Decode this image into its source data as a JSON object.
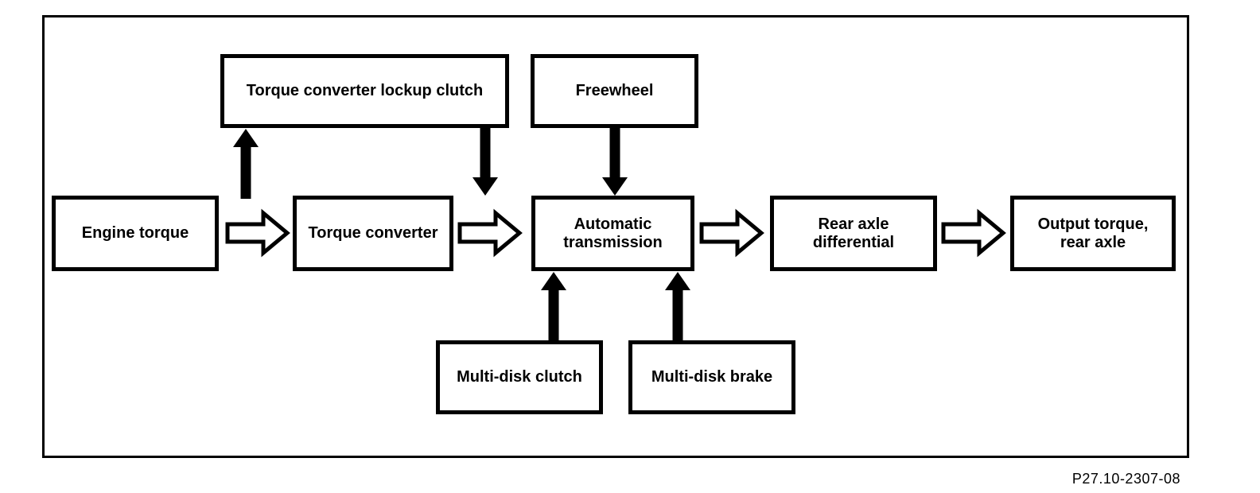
{
  "diagram": {
    "caption": "P27.10-2307-08",
    "colors": {
      "line": "#000000",
      "background": "#ffffff"
    },
    "nodes": {
      "engine_torque": {
        "lines": [
          "Engine torque"
        ]
      },
      "torque_converter": {
        "lines": [
          "Torque converter"
        ]
      },
      "torque_converter_lockup_clutch": {
        "lines": [
          "Torque converter lockup clutch"
        ]
      },
      "freewheel": {
        "lines": [
          "Freewheel"
        ]
      },
      "automatic_transmission": {
        "lines": [
          "Automatic",
          "transmission"
        ]
      },
      "rear_axle_differential": {
        "lines": [
          "Rear axle",
          "differential"
        ]
      },
      "output_torque_rear_axle": {
        "lines": [
          "Output torque,",
          "rear axle"
        ]
      },
      "multi_disk_clutch": {
        "lines": [
          "Multi-disk clutch"
        ]
      },
      "multi_disk_brake": {
        "lines": [
          "Multi-disk brake"
        ]
      }
    },
    "connections": [
      {
        "from": "engine_torque",
        "to": "torque_converter",
        "style": "hollow-right"
      },
      {
        "from": "torque_converter",
        "to": "torque_converter_lockup_clutch",
        "style": "solid-up"
      },
      {
        "from": "torque_converter_lockup_clutch",
        "to": "automatic_transmission",
        "style": "solid-down"
      },
      {
        "from": "torque_converter",
        "to": "automatic_transmission",
        "style": "hollow-right"
      },
      {
        "from": "freewheel",
        "to": "automatic_transmission",
        "style": "solid-down"
      },
      {
        "from": "multi_disk_clutch",
        "to": "automatic_transmission",
        "style": "solid-up"
      },
      {
        "from": "multi_disk_brake",
        "to": "automatic_transmission",
        "style": "solid-up"
      },
      {
        "from": "automatic_transmission",
        "to": "rear_axle_differential",
        "style": "hollow-right"
      },
      {
        "from": "rear_axle_differential",
        "to": "output_torque_rear_axle",
        "style": "hollow-right"
      }
    ]
  }
}
